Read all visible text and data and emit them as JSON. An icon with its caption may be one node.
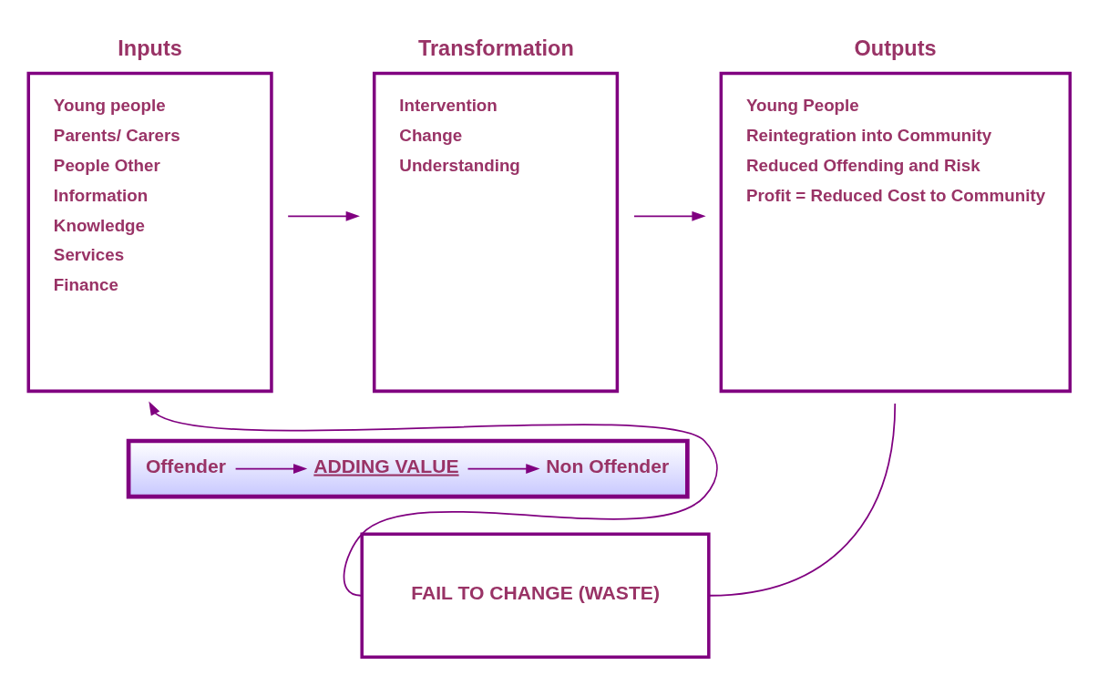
{
  "diagram": {
    "nodes": [
      {
        "text": [
          "Inputs",
          "Young people",
          "Parents/ Carers",
          "People Other",
          "Information",
          "Knowledge",
          "Services",
          "Finance"
        ]
      },
      {
        "text": [
          "Transformation",
          "Intervention",
          "Change",
          "Understanding"
        ]
      },
      {
        "text": [
          "Outputs",
          "Young People",
          "Reintegration into Community",
          "Reduced Offending and Risk",
          "Profit = Reduced Cost to Community"
        ]
      },
      {
        "text": [],
        "shape": "bar"
      },
      {
        "text": [
          "Offender"
        ],
        "in": 3
      },
      {
        "text": [
          "ADDING VALUE"
        ],
        "in": 3
      },
      {
        "text": [
          "Non Offender"
        ],
        "in": 3
      },
      {
        "text": [
          "FAIL TO CHANGE (WASTE)"
        ]
      }
    ],
    "edges": [
      {
        "from": 0,
        "to": 1,
        "arrow": "to"
      },
      {
        "from": 1,
        "to": 2,
        "arrow": "to"
      },
      {
        "from": 4,
        "to": 5,
        "arrow": "to"
      },
      {
        "from": 5,
        "to": 6,
        "arrow": "to"
      },
      {
        "from": 2,
        "to": 7,
        "arrow": "none"
      },
      {
        "from": 7,
        "to": 0,
        "arrow": "to"
      }
    ]
  }
}
